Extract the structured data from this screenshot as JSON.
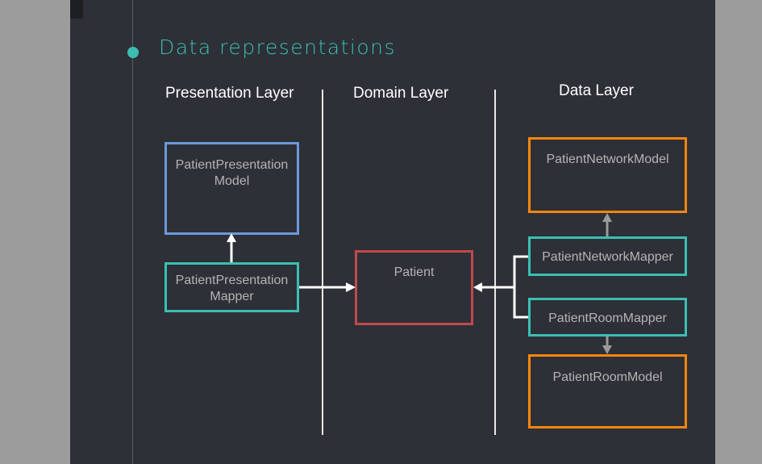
{
  "section_title": "Data representations",
  "layers": {
    "presentation": "Presentation Layer",
    "domain": "Domain Layer",
    "data": "Data Layer"
  },
  "boxes": {
    "patient_presentation_model": [
      "PatientPresentation",
      "Model"
    ],
    "patient_presentation_mapper": [
      "PatientPresentation",
      "Mapper"
    ],
    "patient": "Patient",
    "patient_network_model": "PatientNetworkModel",
    "patient_network_mapper": "PatientNetworkMapper",
    "patient_room_mapper": "PatientRoomMapper",
    "patient_room_model": "PatientRoomModel"
  },
  "colors": {
    "accent": "#3cbdb0",
    "model_presentation": "#6d98d8",
    "mapper": "#3bbfb3",
    "domain_entity": "#c2494b",
    "data_model": "#f7860f"
  }
}
